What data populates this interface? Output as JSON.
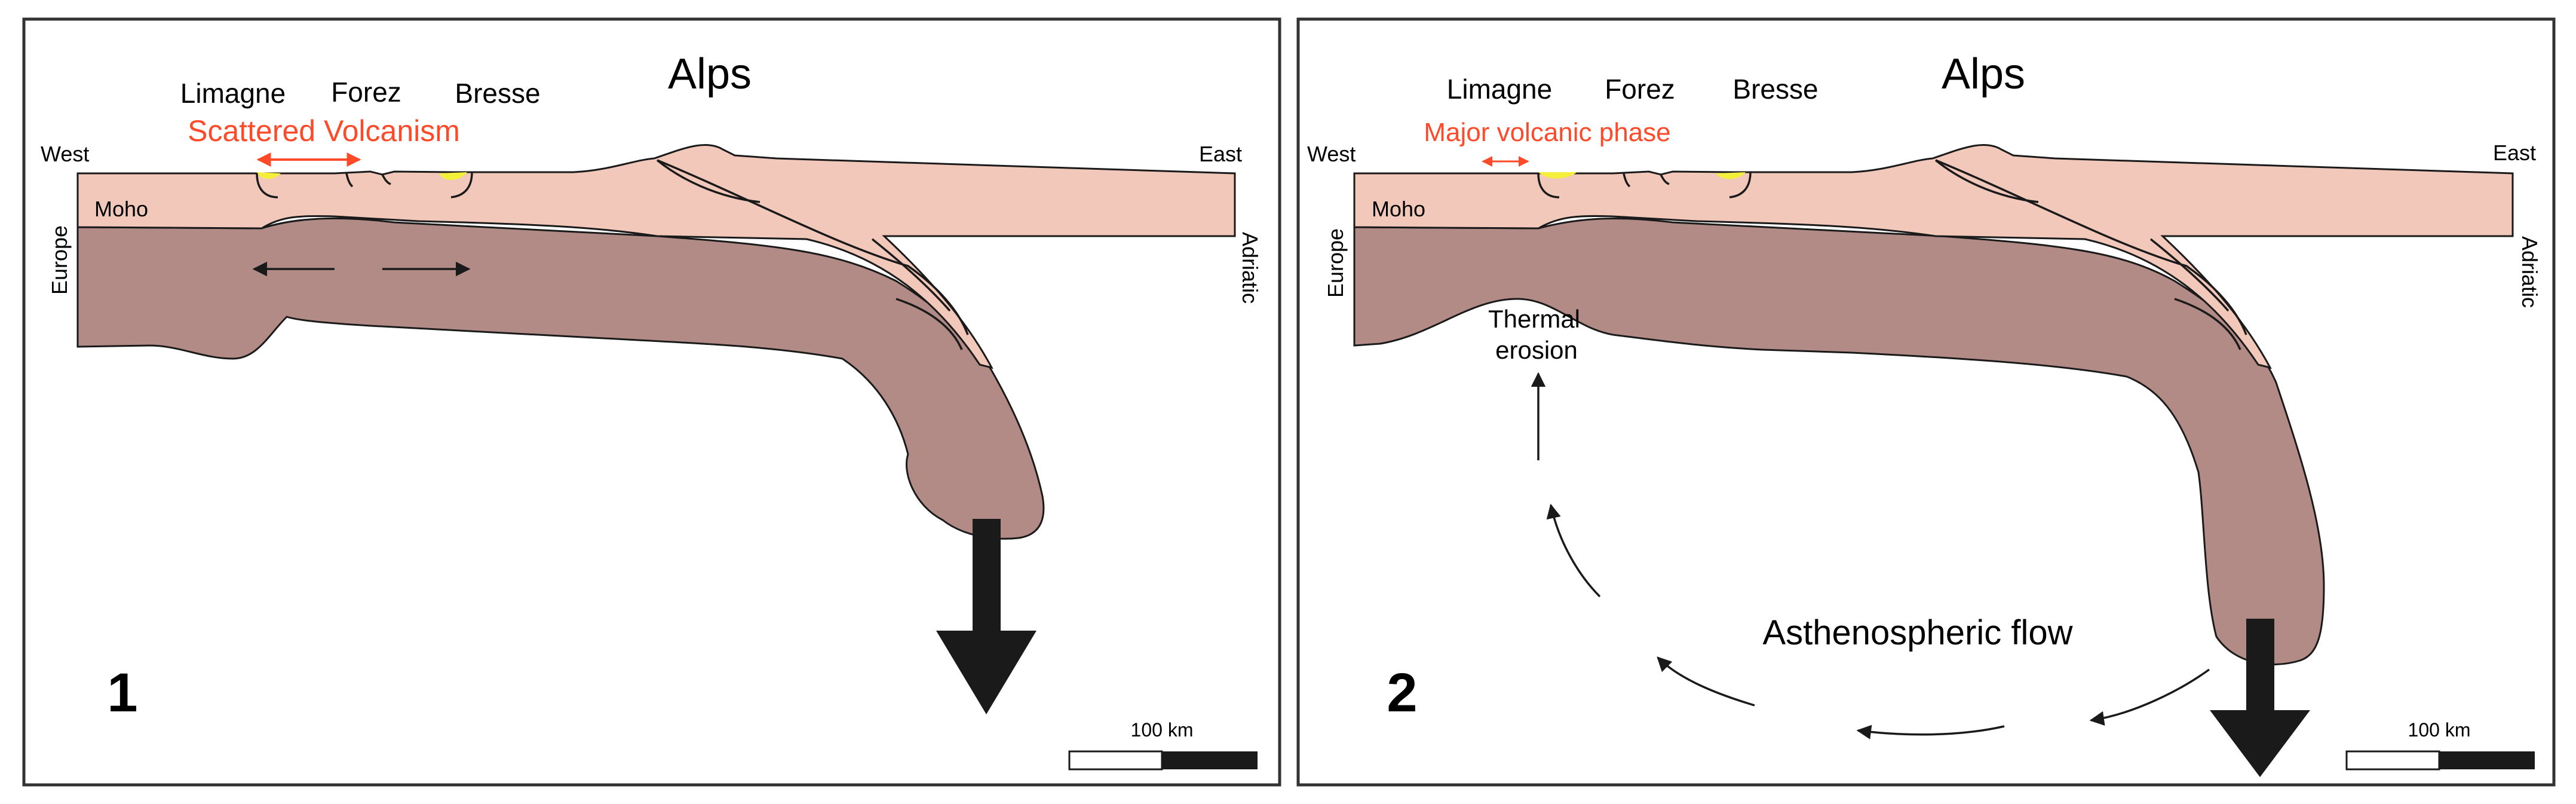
{
  "colors": {
    "crust": "#f2c8bb",
    "mantle": "#b28b87",
    "volcanism": "#ff4a2a",
    "volcano_fill": "#f4ef3a",
    "outline": "#1a1a1a",
    "panel_border": "#333333"
  },
  "panels": [
    {
      "number": "1",
      "title": "Alps",
      "regions": [
        "Limagne",
        "Forez",
        "Bresse"
      ],
      "volcanism_label": "Scattered Volcanism",
      "west": "West",
      "east": "East",
      "moho": "Moho",
      "europe": "Europe",
      "adriatic": "Adriatic",
      "scale": "100 km"
    },
    {
      "number": "2",
      "title": "Alps",
      "regions": [
        "Limagne",
        "Forez",
        "Bresse"
      ],
      "volcanism_label": "Major volcanic phase",
      "west": "West",
      "east": "East",
      "moho": "Moho",
      "europe": "Europe",
      "adriatic": "Adriatic",
      "scale": "100 km",
      "thermal_erosion": [
        "Thermal",
        "erosion"
      ],
      "flow_label": "Asthenospheric flow"
    }
  ]
}
